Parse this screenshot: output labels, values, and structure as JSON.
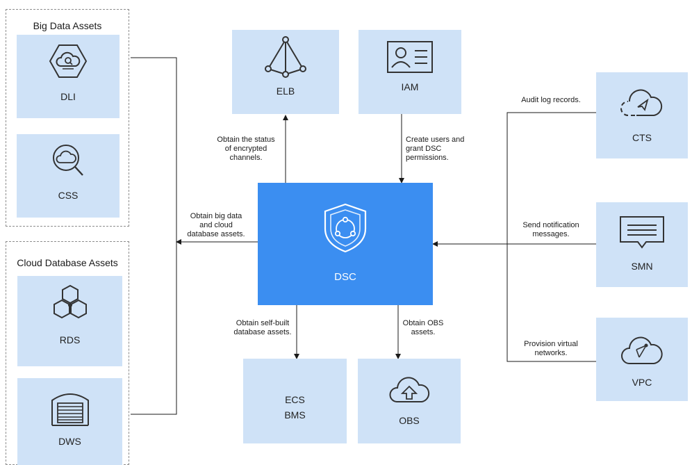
{
  "groups": {
    "big_data": {
      "title": "Big Data Assets"
    },
    "cloud_db": {
      "title": "Cloud Database Assets"
    }
  },
  "services": {
    "dli": "DLI",
    "css": "CSS",
    "rds": "RDS",
    "dws": "DWS",
    "elb": "ELB",
    "iam": "IAM",
    "dsc": "DSC",
    "ecs": "ECS",
    "bms": "BMS",
    "obs": "OBS",
    "cts": "CTS",
    "smn": "SMN",
    "vpc": "VPC"
  },
  "annotations": {
    "elb_status": [
      "Obtain the status",
      "of encrypted",
      "channels."
    ],
    "iam_users": [
      "Create users and",
      "grant DSC",
      "permissions."
    ],
    "big_data": [
      "Obtain big data",
      "and cloud",
      "database assets."
    ],
    "self_built": [
      "Obtain self-built",
      "database assets."
    ],
    "obs_assets": [
      "Obtain OBS",
      "assets."
    ],
    "audit": [
      "Audit log records."
    ],
    "notify": [
      "Send notification",
      "messages."
    ],
    "vpc_net": [
      "Provision virtual",
      "networks."
    ]
  },
  "colors": {
    "box_fill": "#cfe2f7",
    "dsc_fill": "#3b8ef1",
    "icon_stroke": "#333333",
    "line": "#1a1a1a"
  }
}
